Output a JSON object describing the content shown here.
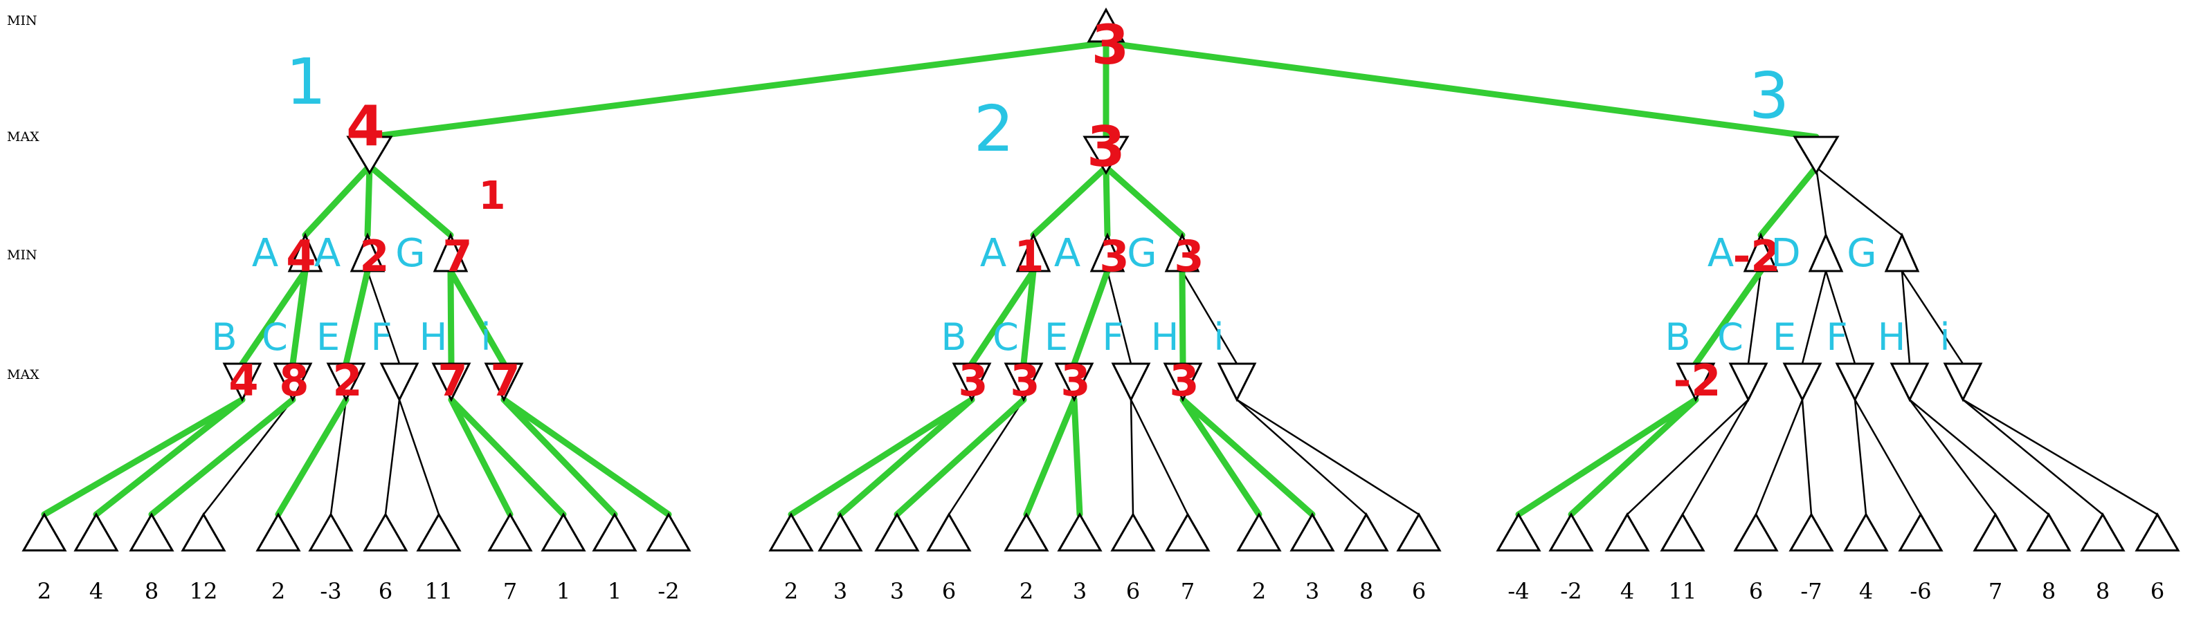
{
  "levels": [
    "MIN",
    "MAX",
    "MIN",
    "MAX"
  ],
  "root": {
    "value": "3"
  },
  "branches": [
    {
      "branch_label": "1",
      "max_value": "4",
      "children": [
        {
          "letter": "A",
          "value": "4"
        },
        {
          "letter": "A",
          "value": "2"
        },
        {
          "letter": "G",
          "value": "7",
          "extra": "1"
        }
      ],
      "grandchild_letters": [
        "B",
        "C",
        "E",
        "F",
        "H",
        "i"
      ],
      "grandchild_values": [
        "4",
        "8",
        "2",
        "",
        "7",
        "7"
      ],
      "leaves": [
        "2",
        "4",
        "8",
        "12",
        "2",
        "-3",
        "6",
        "11",
        "7",
        "1",
        "1",
        "-2"
      ]
    },
    {
      "branch_label": "2",
      "max_value": "3",
      "children": [
        {
          "letter": "A",
          "value": "1"
        },
        {
          "letter": "A",
          "value": "3"
        },
        {
          "letter": "G",
          "value": "3"
        }
      ],
      "grandchild_letters": [
        "B",
        "C",
        "E",
        "F",
        "H",
        "i"
      ],
      "grandchild_values": [
        "3",
        "3",
        "3",
        "",
        "3",
        ""
      ],
      "leaves": [
        "2",
        "3",
        "3",
        "6",
        "2",
        "3",
        "6",
        "7",
        "2",
        "3",
        "8",
        "6"
      ]
    },
    {
      "branch_label": "3",
      "max_value": "",
      "children": [
        {
          "letter": "A",
          "value": "-2"
        },
        {
          "letter": "D",
          "value": ""
        },
        {
          "letter": "G",
          "value": ""
        }
      ],
      "grandchild_letters": [
        "B",
        "C",
        "E",
        "F",
        "H",
        "i"
      ],
      "grandchild_values": [
        "-2",
        "",
        "",
        "",
        "",
        ""
      ],
      "leaves": [
        "-4",
        "-2",
        "4",
        "11",
        "6",
        "-7",
        "4",
        "-6",
        "7",
        "8",
        "8",
        "6"
      ]
    }
  ],
  "colors": {
    "edge": "#000000",
    "highlight": "#33cc33",
    "annotation_red": "#e8101a",
    "annotation_blue": "#29c4e3"
  }
}
